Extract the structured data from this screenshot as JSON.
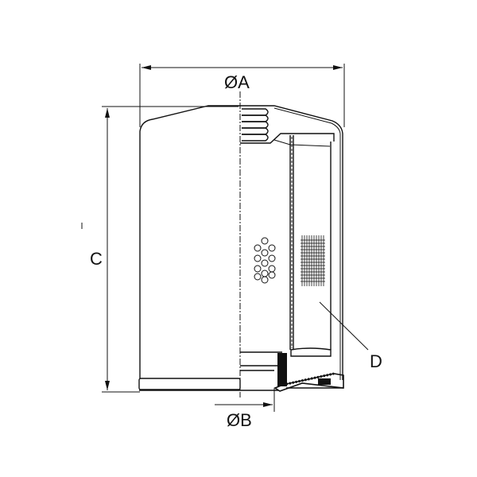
{
  "diagram": {
    "type": "technical-cross-section",
    "subject": "spin-on filter cartridge (half section)",
    "colors": {
      "line": "#111111",
      "background": "#ffffff"
    },
    "labels": {
      "diameter_a": "ØA",
      "diameter_b": "ØB",
      "height_c": "C",
      "callout_d": "D"
    }
  }
}
